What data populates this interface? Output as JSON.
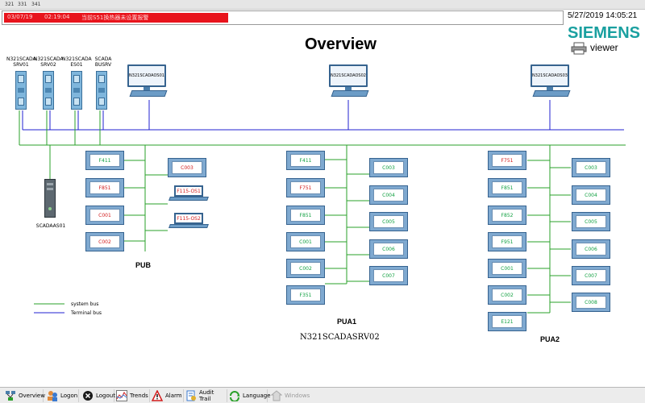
{
  "top_strip": {
    "items": [
      "321",
      "331",
      "341"
    ]
  },
  "alarm": {
    "date": "03/07/19",
    "time": "02:19:04",
    "message": "当前S51换热器未设置报警"
  },
  "header": {
    "datetime": "5/27/2019 14:05:21",
    "brand": "SIEMENS",
    "viewer_label": "viewer",
    "title": "Overview"
  },
  "servers": [
    {
      "label": "N321SCADA SRV01"
    },
    {
      "label": "N321SCADA SRV02"
    },
    {
      "label": "N321SCADA ES01"
    },
    {
      "label": "SCADA BUSRV"
    }
  ],
  "operator_stations": [
    {
      "label": "N321SCADAOS01"
    },
    {
      "label": "N321SCADAOS02"
    },
    {
      "label": "N321SCADAOS03"
    }
  ],
  "archive_server": {
    "label": "SCADAAS01"
  },
  "pub": {
    "label": "PUB",
    "left_panels": [
      "F411",
      "F851",
      "C001",
      "C002"
    ],
    "right_panel": "C003",
    "laptops": [
      "F115-OS1",
      "F115-OS2"
    ]
  },
  "pua1": {
    "label": "PUA1",
    "left_panels": [
      "F411",
      "F751",
      "F851",
      "C001",
      "C002",
      "F351"
    ],
    "right_panels": [
      "C003",
      "C004",
      "C005",
      "C006",
      "C007"
    ],
    "caption": "N321SCADASRV02"
  },
  "pua2": {
    "label": "PUA2",
    "left_panels": [
      "F751",
      "F851",
      "F852",
      "F951",
      "C001",
      "C002",
      "E121"
    ],
    "right_panels": [
      "C003",
      "C004",
      "C005",
      "C006",
      "C007",
      "C008"
    ]
  },
  "legend": {
    "system_bus": "system bus",
    "terminal_bus": "Terminal bus"
  },
  "colors": {
    "system_bus": "#2aa02a",
    "terminal_bus": "#2020d0",
    "alarm": "#e8141c",
    "brand": "#1aa0a0"
  },
  "toolbar": [
    {
      "label": "Overview",
      "icon": "network-icon"
    },
    {
      "label": "Logon",
      "icon": "users-icon"
    },
    {
      "label": "Logout",
      "icon": "logout-icon"
    },
    {
      "label": "Trends",
      "icon": "trend-icon"
    },
    {
      "label": "Alarm",
      "icon": "alarm-icon"
    },
    {
      "label": "Audit Trail",
      "icon": "audit-icon"
    },
    {
      "label": "Language",
      "icon": "language-icon"
    },
    {
      "label": "Windows",
      "icon": "windows-icon"
    }
  ]
}
